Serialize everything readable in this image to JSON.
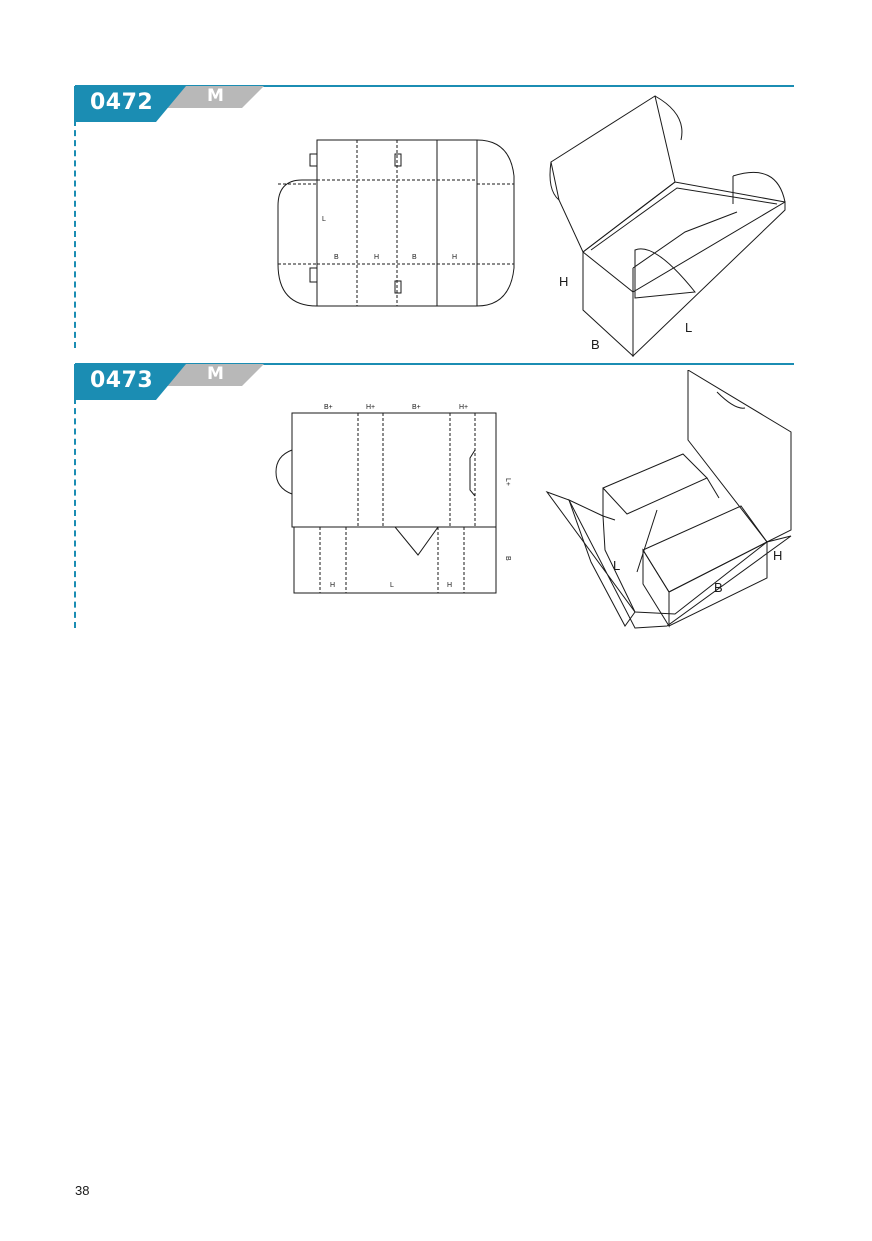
{
  "colors": {
    "accent": "#1b8db3",
    "tab_gray": "#b8b8b8",
    "line": "#1a1a1a"
  },
  "entries": [
    {
      "code": "0472",
      "mark": "M",
      "blank_labels": {
        "length": "L",
        "b1": "B",
        "h1": "H",
        "b2": "B",
        "h2": "H"
      },
      "box_labels": {
        "height": "H",
        "length": "L",
        "width": "B"
      }
    },
    {
      "code": "0473",
      "mark": "M",
      "blank_labels": {
        "top_b1": "B+",
        "top_h1": "H+",
        "top_b2": "B+",
        "top_h2": "H+",
        "side_l": "L+",
        "side_b": "B",
        "bottom_h1": "H",
        "bottom_l": "L",
        "bottom_h2": "H"
      },
      "box_labels": {
        "length": "L",
        "width": "B",
        "height": "H"
      }
    }
  ],
  "page_number": "38"
}
